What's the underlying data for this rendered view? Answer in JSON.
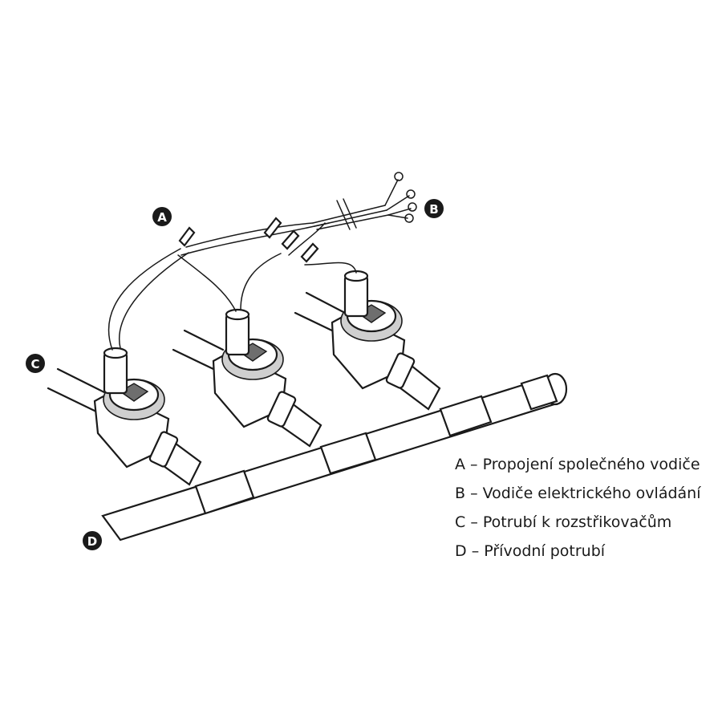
{
  "callouts": [
    "A",
    "B",
    "C",
    "D"
  ],
  "legend": [
    {
      "letter": "A",
      "dash": "–",
      "text": "Propojení společného vodiče"
    },
    {
      "letter": "B",
      "dash": "–",
      "text": "Vodiče elektrického ovládání"
    },
    {
      "letter": "C",
      "dash": "–",
      "text": "Potrubí k rozstřikovačům"
    },
    {
      "letter": "D",
      "dash": "–",
      "text": "Přívodní potrubí"
    }
  ],
  "colors": {
    "ink": "#1a1a1a",
    "shade": "#cfcfcf",
    "background": "#ffffff"
  }
}
